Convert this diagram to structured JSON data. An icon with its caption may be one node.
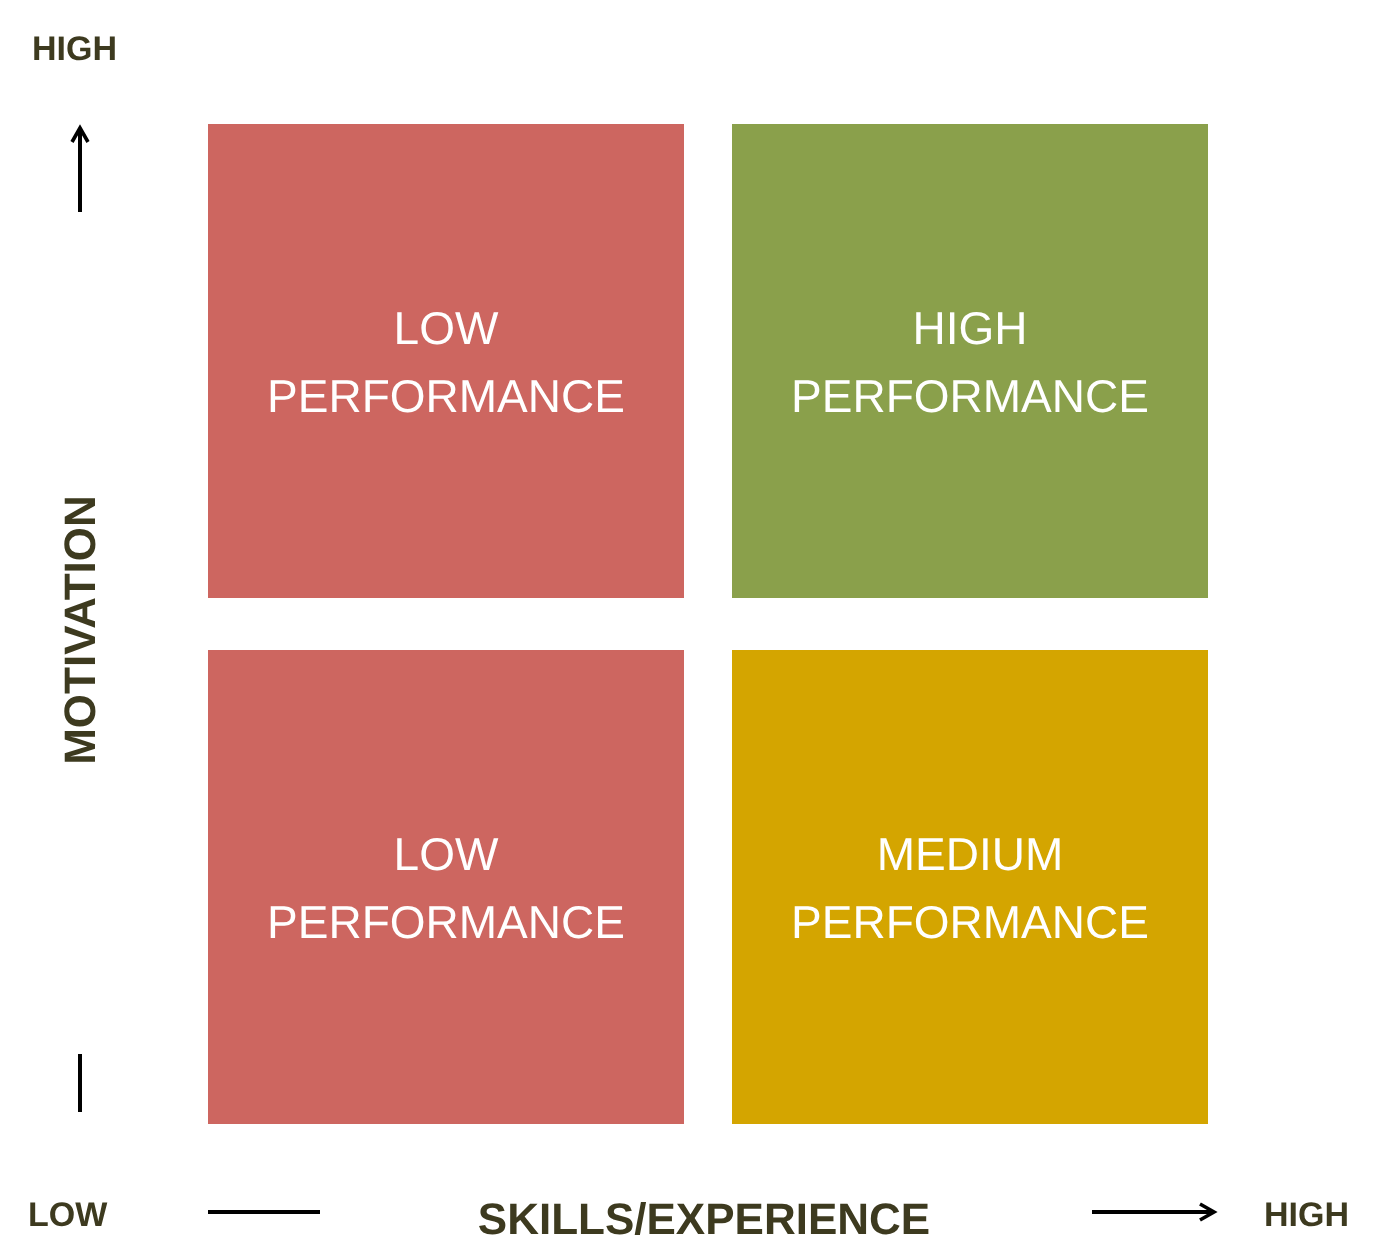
{
  "diagram": {
    "nodes": [
      {
        "text": [
          "LOW PERFORMANCE"
        ]
      },
      {
        "text": [
          "HIGH PERFORMANCE"
        ]
      },
      {
        "text": [
          "LOW PERFORMANCE"
        ]
      },
      {
        "text": [
          "MEDIUM PERFORMANCE"
        ]
      }
    ],
    "labels": [
      "HIGH",
      "MOTIVATION",
      "LOW",
      "SKILLS/EXPERIENCE",
      "HIGH"
    ]
  }
}
